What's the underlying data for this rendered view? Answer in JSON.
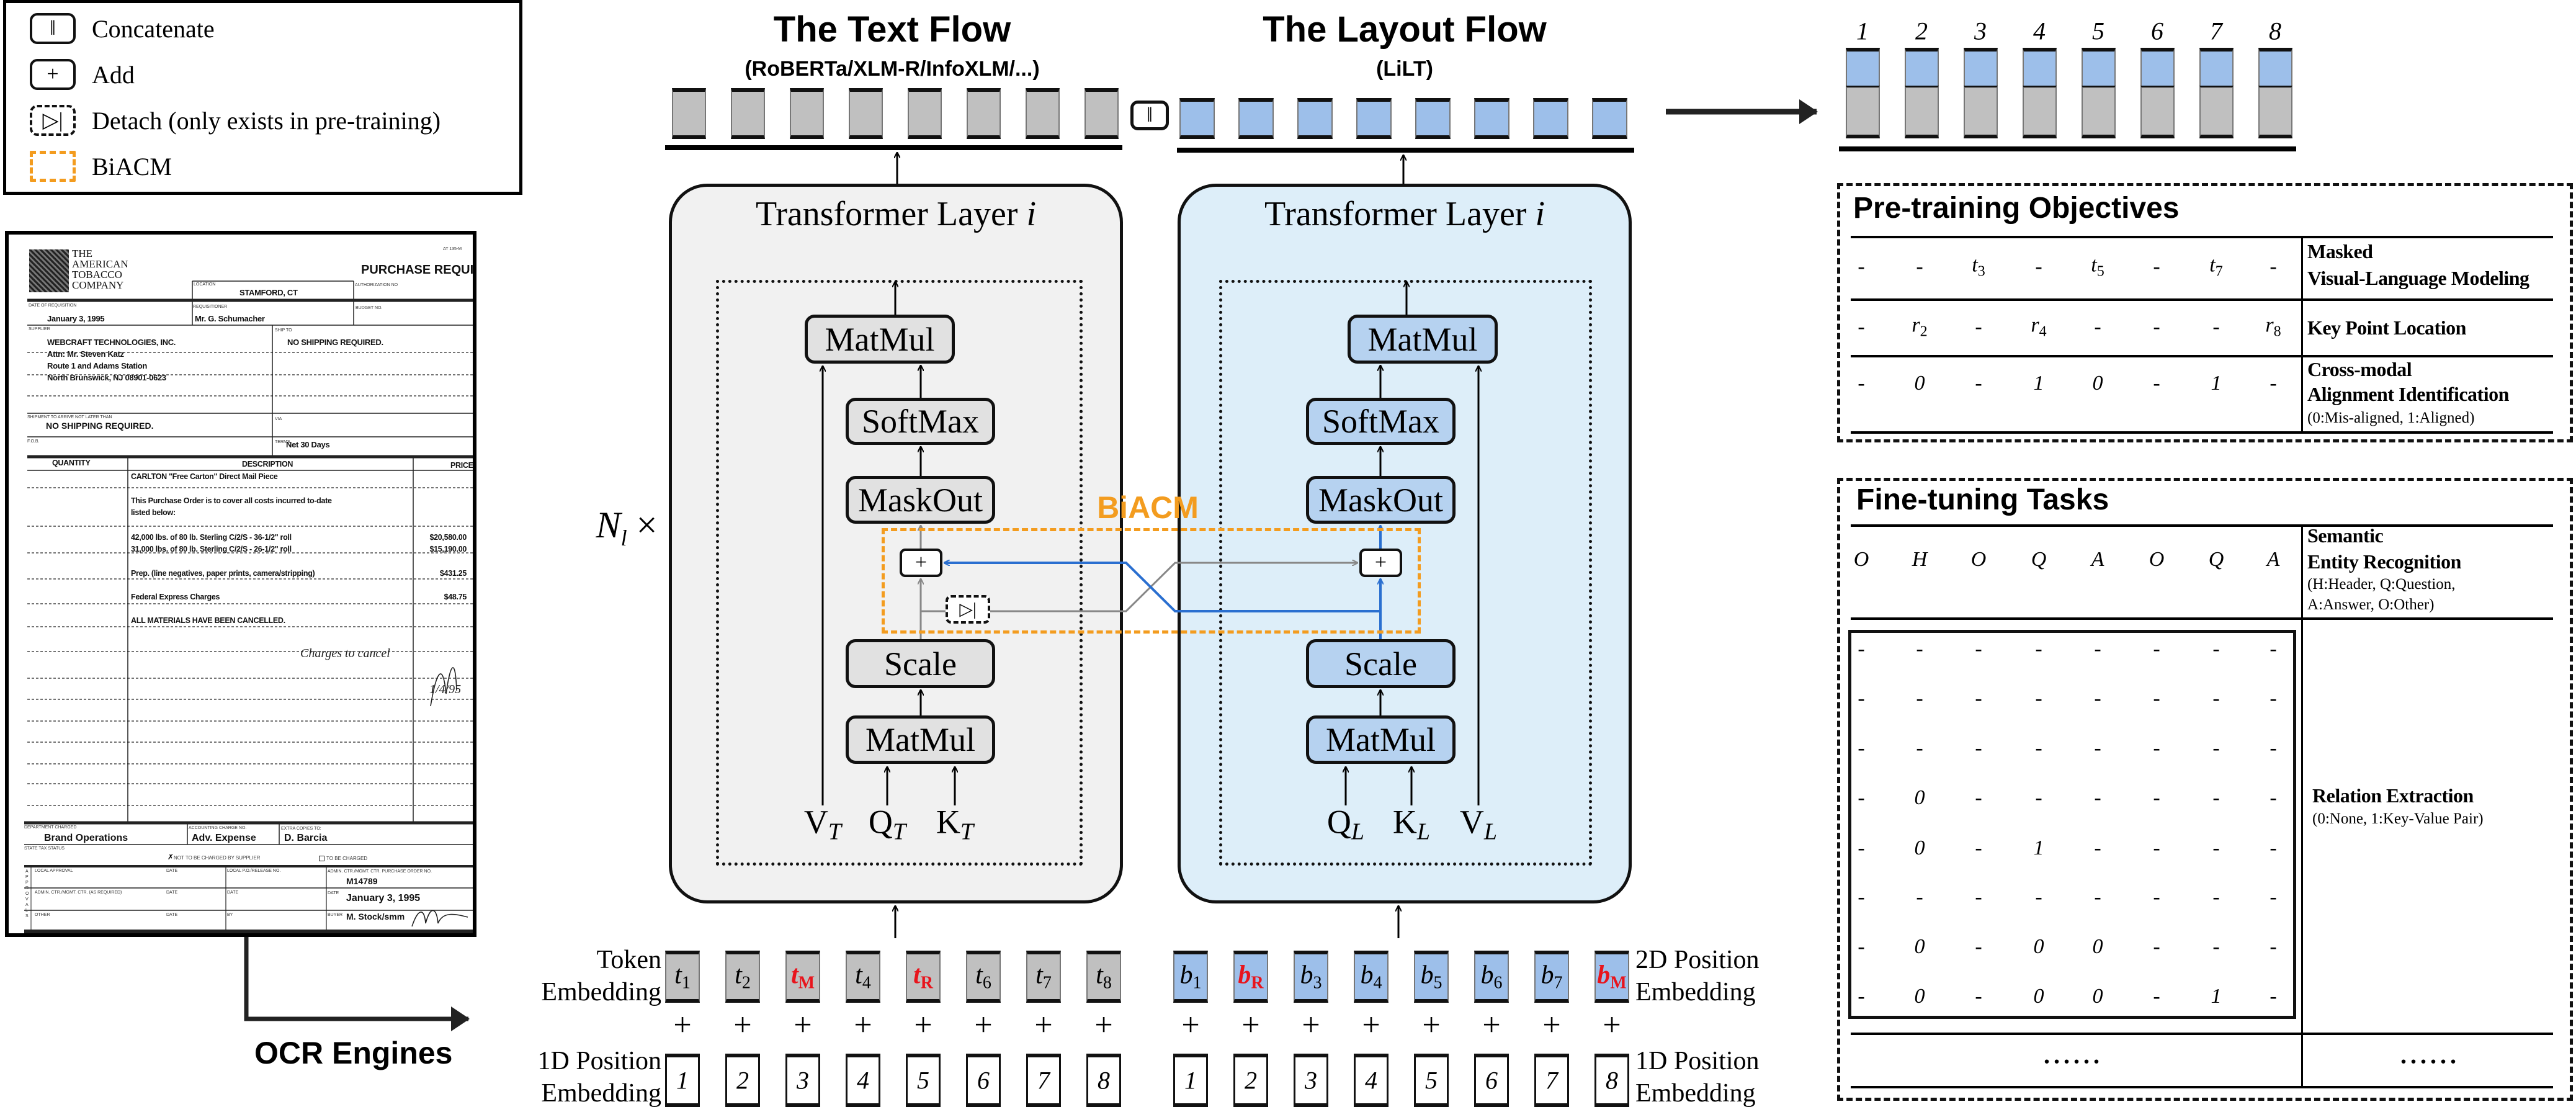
{
  "colors": {
    "text_token": "#c0c0c0",
    "layout_token": "#9dbfea",
    "text_layer_fill": "#f1f1f1",
    "layout_layer_fill": "#ddeef9",
    "text_op_fill": "#e1e1e1",
    "layout_op_fill": "#b6d2f0",
    "biacm": "#f39c1f",
    "layout_connection": "#2a6fd0",
    "text_connection": "#888888",
    "highlight": "#e8141c"
  },
  "legend": {
    "items": [
      {
        "icon": "concatenate-icon",
        "symbol": "‖",
        "label": "Concatenate"
      },
      {
        "icon": "add-icon",
        "symbol": "+",
        "label": "Add"
      },
      {
        "icon": "detach-icon",
        "symbol": "▷|",
        "label": "Detach (only exists in pre-training)"
      },
      {
        "icon": "biacm-icon",
        "symbol": "",
        "label": "BiACM"
      }
    ]
  },
  "text_flow": {
    "title": "The Text Flow",
    "subtitle": "(RoBERTa/XLM-R/InfoXLM/...)",
    "layer_title": "Transformer Layer ",
    "layer_index": "i",
    "ops": [
      "MatMul",
      "SoftMax",
      "MaskOut",
      "Scale",
      "MatMul"
    ],
    "inputs": [
      {
        "base": "V",
        "sub": "T"
      },
      {
        "base": "Q",
        "sub": "T"
      },
      {
        "base": "K",
        "sub": "T"
      }
    ]
  },
  "layout_flow": {
    "title": "The Layout Flow",
    "subtitle": "(LiLT)",
    "layer_title": "Transformer Layer ",
    "layer_index": "i",
    "ops": [
      "MatMul",
      "SoftMax",
      "MaskOut",
      "Scale",
      "MatMul"
    ],
    "inputs": [
      {
        "base": "Q",
        "sub": "L"
      },
      {
        "base": "K",
        "sub": "L"
      },
      {
        "base": "V",
        "sub": "L"
      }
    ]
  },
  "concat_symbol": "‖",
  "add_symbol": "+",
  "detach_symbol": "▷|",
  "biacm_label": "BiACM",
  "layers_multiplier": {
    "base": "N",
    "sub": "l",
    "suffix": " ×"
  },
  "output": {
    "numbers": [
      "1",
      "2",
      "3",
      "4",
      "5",
      "6",
      "7",
      "8"
    ]
  },
  "embeddings": {
    "token_label": [
      "Token",
      "Embedding"
    ],
    "layout_label": [
      "2D Position",
      "Embedding"
    ],
    "position_label": [
      "1D Position",
      "Embedding"
    ],
    "plus": "+",
    "tokens": [
      {
        "base": "t",
        "sub": "1",
        "highlight": false
      },
      {
        "base": "t",
        "sub": "2",
        "highlight": false
      },
      {
        "base": "t",
        "sub": "M",
        "highlight": true
      },
      {
        "base": "t",
        "sub": "4",
        "highlight": false
      },
      {
        "base": "t",
        "sub": "R",
        "highlight": true
      },
      {
        "base": "t",
        "sub": "6",
        "highlight": false
      },
      {
        "base": "t",
        "sub": "7",
        "highlight": false
      },
      {
        "base": "t",
        "sub": "8",
        "highlight": false
      }
    ],
    "boxes": [
      {
        "base": "b",
        "sub": "1",
        "highlight": false
      },
      {
        "base": "b",
        "sub": "R",
        "highlight": true
      },
      {
        "base": "b",
        "sub": "3",
        "highlight": false
      },
      {
        "base": "b",
        "sub": "4",
        "highlight": false
      },
      {
        "base": "b",
        "sub": "5",
        "highlight": false
      },
      {
        "base": "b",
        "sub": "6",
        "highlight": false
      },
      {
        "base": "b",
        "sub": "7",
        "highlight": false
      },
      {
        "base": "b",
        "sub": "M",
        "highlight": true
      }
    ],
    "positions": [
      "1",
      "2",
      "3",
      "4",
      "5",
      "6",
      "7",
      "8"
    ]
  },
  "ocr_label": "OCR Engines",
  "pretraining": {
    "title": "Pre-training Objectives",
    "rows": [
      {
        "cells": [
          "-",
          "-",
          {
            "base": "t",
            "sub": "3"
          },
          "-",
          {
            "base": "t",
            "sub": "5"
          },
          "-",
          {
            "base": "t",
            "sub": "7"
          },
          "-"
        ],
        "label": [
          "Masked",
          "Visual-Language Modeling"
        ],
        "note": ""
      },
      {
        "cells": [
          "-",
          {
            "base": "r",
            "sub": "2"
          },
          "-",
          {
            "base": "r",
            "sub": "4"
          },
          "-",
          "-",
          "-",
          {
            "base": "r",
            "sub": "8"
          }
        ],
        "label": [
          "Key Point Location"
        ],
        "note": ""
      },
      {
        "cells": [
          "-",
          "0",
          "-",
          "1",
          "0",
          "-",
          "1",
          "-"
        ],
        "label": [
          "Cross-modal",
          "Alignment Identification"
        ],
        "note": "(0:Mis-aligned, 1:Aligned)"
      }
    ]
  },
  "finetuning": {
    "title": "Fine-tuning Tasks",
    "ser": {
      "cells": [
        "O",
        "H",
        "O",
        "Q",
        "A",
        "O",
        "Q",
        "A"
      ],
      "label": [
        "Semantic",
        "Entity Recognition"
      ],
      "note": [
        "(H:Header, Q:Question,",
        " A:Answer, O:Other)"
      ]
    },
    "re": {
      "matrix": [
        [
          "-",
          "-",
          "-",
          "-",
          "-",
          "-",
          "-",
          "-"
        ],
        [
          "-",
          "-",
          "-",
          "-",
          "-",
          "-",
          "-",
          "-"
        ],
        [
          "-",
          "-",
          "-",
          "-",
          "-",
          "-",
          "-",
          "-"
        ],
        [
          "-",
          "0",
          "-",
          "-",
          "-",
          "-",
          "-",
          "-"
        ],
        [
          "-",
          "0",
          "-",
          "1",
          "-",
          "-",
          "-",
          "-"
        ],
        [
          "-",
          "-",
          "-",
          "-",
          "-",
          "-",
          "-",
          "-"
        ],
        [
          "-",
          "0",
          "-",
          "0",
          "0",
          "-",
          "-",
          "-"
        ],
        [
          "-",
          "0",
          "-",
          "0",
          "0",
          "-",
          "1",
          "-"
        ]
      ],
      "label": "Relation Extraction",
      "note": "(0:None, 1:Key-Value Pair)"
    },
    "more_left": "......",
    "more_right": "......"
  },
  "document": {
    "company": [
      "THE",
      "AMERICAN",
      "TOBACCO",
      "COMPANY"
    ],
    "form_code": "AT 135-M",
    "title": "PURCHASE REQUISITION",
    "location_label": "LOCATION",
    "location": "STAMFORD, CT",
    "authorization_label": "AUTHORIZATION NO",
    "date_label": "DATE OF REQUISITION",
    "date": "January 3, 1995",
    "requisitioner_label": "REQUISITIONER",
    "requisitioner": "Mr. G. Schumacher",
    "budget_label": "BUDGET NO.",
    "supplier_label": "SUPPLIER",
    "supplier": [
      "WEBCRAFT TECHNOLOGIES, INC.",
      "Attn: Mr. Steven Katz",
      "Route 1 and Adams Station",
      "North Brunswick, NJ 08901-0623"
    ],
    "ship_to_label": "SHIP TO",
    "ship_to": "NO SHIPPING REQUIRED.",
    "shipment_label": "SHIPMENT TO ARRIVE NOT LATER THAN",
    "shipment": "NO SHIPPING REQUIRED.",
    "via_label": "VIA",
    "fob_label": "F.O.B.",
    "terms_label": "TERMS",
    "terms": "Net 30 Days",
    "col_quantity": "QUANTITY",
    "col_description": "DESCRIPTION",
    "col_price": "PRICE",
    "lines": [
      "CARLTON \"Free Carton\" Direct Mail Piece",
      "This Purchase Order is to cover all costs incurred to-date",
      "listed below:",
      "42,000 lbs. of 80 lb. Sterling C/2/S - 36-1/2\" roll",
      "31,000 lbs. of 80 lb. Sterling C/2/S - 26-1/2\" roll",
      "Prep. (line negatives, paper prints, camera/stripping)",
      "Federal Express Charges",
      "ALL MATERIALS HAVE BEEN CANCELLED."
    ],
    "prices": [
      "$20,580.00",
      "$15,190.00",
      "$431.25",
      "$48.75"
    ],
    "handwriting": "Charges to cancel",
    "handwritten_date": "1/4/95",
    "dept_label": "DEPARTMENT CHARGED",
    "dept": "Brand Operations",
    "acct_label": "ACCOUNTING CHARGE NO.",
    "acct": "Adv. Expense",
    "copies_label": "EXTRA COPIES TO:",
    "copies": "D. Barcia",
    "tax_label": "STATE TAX STATUS",
    "tax_opt1": "NOT TO BE CHARGED BY SUPPLIER",
    "tax_opt2": "TO BE CHARGED",
    "approvals_label": "APPROVALS",
    "local_approval": "LOCAL APPROVAL",
    "date_word": "DATE",
    "local_po": "LOCAL P.O./RELEASE NO.",
    "admin_po_label": "ADMIN. CTR./MGMT. CTR. PURCHASE ORDER NO.",
    "po_number": "M14789",
    "admin_required": "ADMIN. CTR./MGMT. CTR. (AS REQUIRED)",
    "po_date": "January 3, 1995",
    "other": "OTHER",
    "by": "BY",
    "buyer_label": "BUYER",
    "buyer": "M. Stock/smm"
  }
}
